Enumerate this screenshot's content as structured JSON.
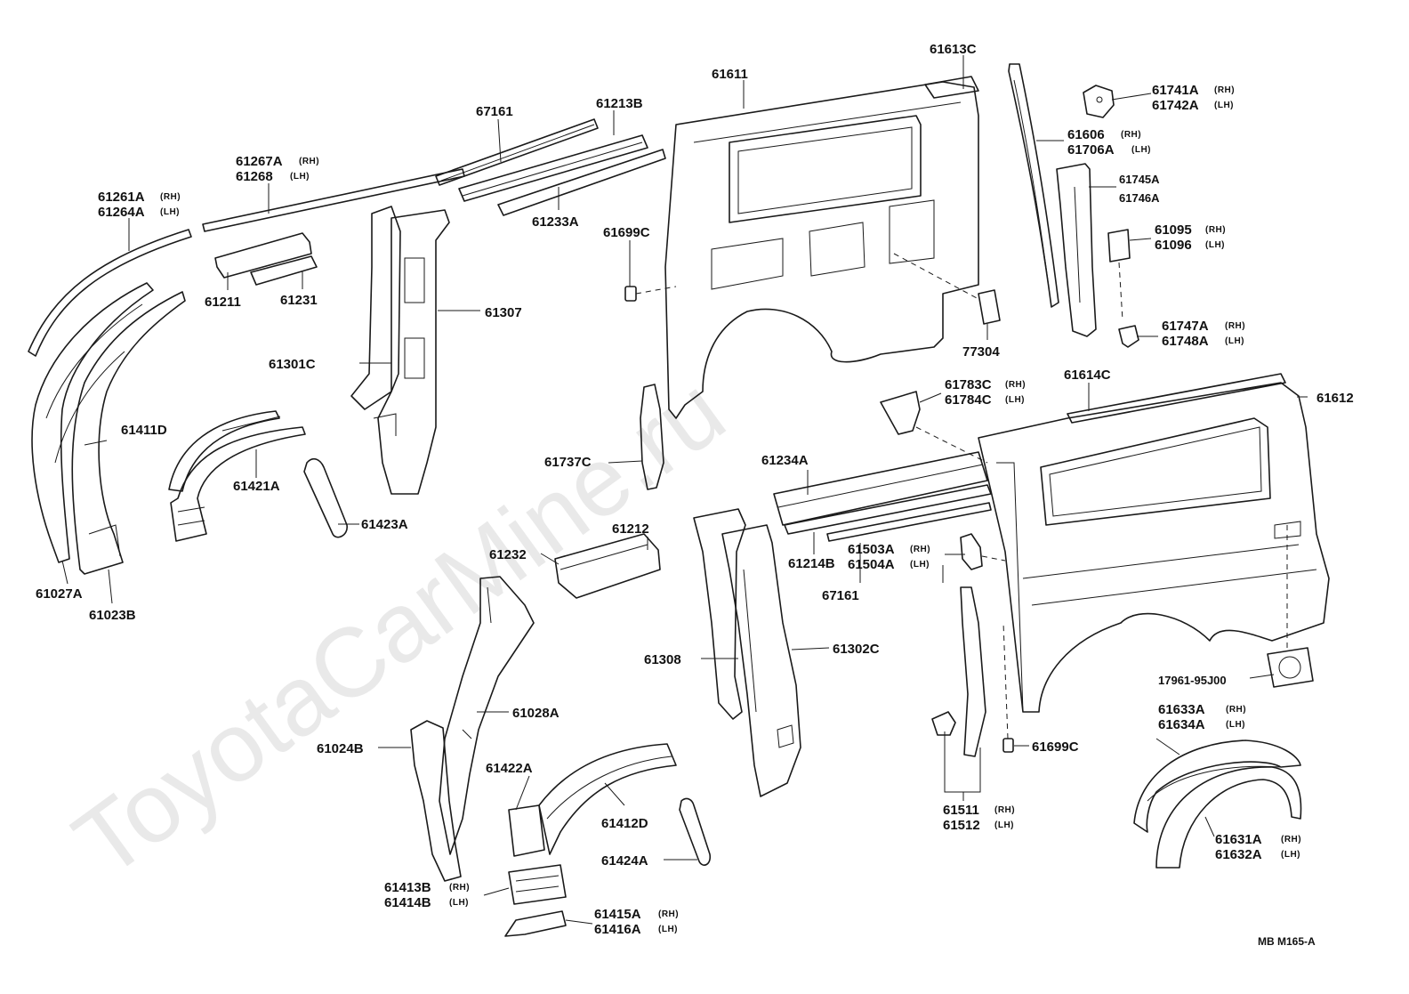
{
  "watermark": "ToyotaCarMine.ru",
  "catalog_code": "MB  M165-A",
  "callouts": [
    {
      "id": "c01",
      "code": "61613C"
    },
    {
      "id": "c02",
      "code": "61611"
    },
    {
      "id": "c03",
      "code": "67161"
    },
    {
      "id": "c04",
      "code": "61213B"
    },
    {
      "id": "c05",
      "code": "61267A",
      "side": "(RH)",
      "code2": "61268",
      "side2": "(LH)"
    },
    {
      "id": "c06",
      "code": "61261A",
      "side": "(RH)",
      "code2": "61264A",
      "side2": "(LH)"
    },
    {
      "id": "c07",
      "code": "61233A"
    },
    {
      "id": "c08",
      "code": "61211"
    },
    {
      "id": "c09",
      "code": "61231"
    },
    {
      "id": "c10",
      "code": "61307"
    },
    {
      "id": "c11",
      "code": "61301C"
    },
    {
      "id": "c12",
      "code": "61699C"
    },
    {
      "id": "c13",
      "code": "61741A",
      "side": "(RH)",
      "code2": "61742A",
      "side2": "(LH)"
    },
    {
      "id": "c14",
      "code": "61606",
      "side": "(RH)",
      "code2": "61706A",
      "side2": "(LH)"
    },
    {
      "id": "c15",
      "code": "61745A",
      "code2": "61746A"
    },
    {
      "id": "c16",
      "code": "61095",
      "side": "(RH)",
      "code2": "61096",
      "side2": "(LH)"
    },
    {
      "id": "c17",
      "code": "61747A",
      "side": "(RH)",
      "code2": "61748A",
      "side2": "(LH)"
    },
    {
      "id": "c18",
      "code": "77304"
    },
    {
      "id": "c19",
      "code": "61614C"
    },
    {
      "id": "c20",
      "code": "61612"
    },
    {
      "id": "c21",
      "code": "61783C",
      "side": "(RH)",
      "code2": "61784C",
      "side2": "(LH)"
    },
    {
      "id": "c22",
      "code": "61411D"
    },
    {
      "id": "c23",
      "code": "61421A"
    },
    {
      "id": "c24",
      "code": "61737C"
    },
    {
      "id": "c25",
      "code": "61234A"
    },
    {
      "id": "c26",
      "code": "61423A"
    },
    {
      "id": "c27",
      "code": "61212"
    },
    {
      "id": "c28",
      "code": "61232"
    },
    {
      "id": "c29",
      "code": "61214B"
    },
    {
      "id": "c30",
      "code": "61503A",
      "side": "(RH)",
      "code2": "61504A",
      "side2": "(LH)"
    },
    {
      "id": "c31",
      "code": "67161"
    },
    {
      "id": "c32",
      "code": "61027A"
    },
    {
      "id": "c33",
      "code": "61023B"
    },
    {
      "id": "c34",
      "code": "61308"
    },
    {
      "id": "c35",
      "code": "61302C"
    },
    {
      "id": "c36",
      "code": "17961-95J00"
    },
    {
      "id": "c37",
      "code": "61028A"
    },
    {
      "id": "c38",
      "code": "61024B"
    },
    {
      "id": "c39",
      "code": "61699C"
    },
    {
      "id": "c40",
      "code": "61633A",
      "side": "(RH)",
      "code2": "61634A",
      "side2": "(LH)"
    },
    {
      "id": "c41",
      "code": "61422A"
    },
    {
      "id": "c42",
      "code": "61412D"
    },
    {
      "id": "c43",
      "code": "61424A"
    },
    {
      "id": "c44",
      "code": "61511",
      "side": "(RH)",
      "code2": "61512",
      "side2": "(LH)"
    },
    {
      "id": "c45",
      "code": "61631A",
      "side": "(RH)",
      "code2": "61632A",
      "side2": "(LH)"
    },
    {
      "id": "c46",
      "code": "61413B",
      "side": "(RH)",
      "code2": "61414B",
      "side2": "(LH)"
    },
    {
      "id": "c47",
      "code": "61415A",
      "side": "(RH)",
      "code2": "61416A",
      "side2": "(LH)"
    }
  ]
}
